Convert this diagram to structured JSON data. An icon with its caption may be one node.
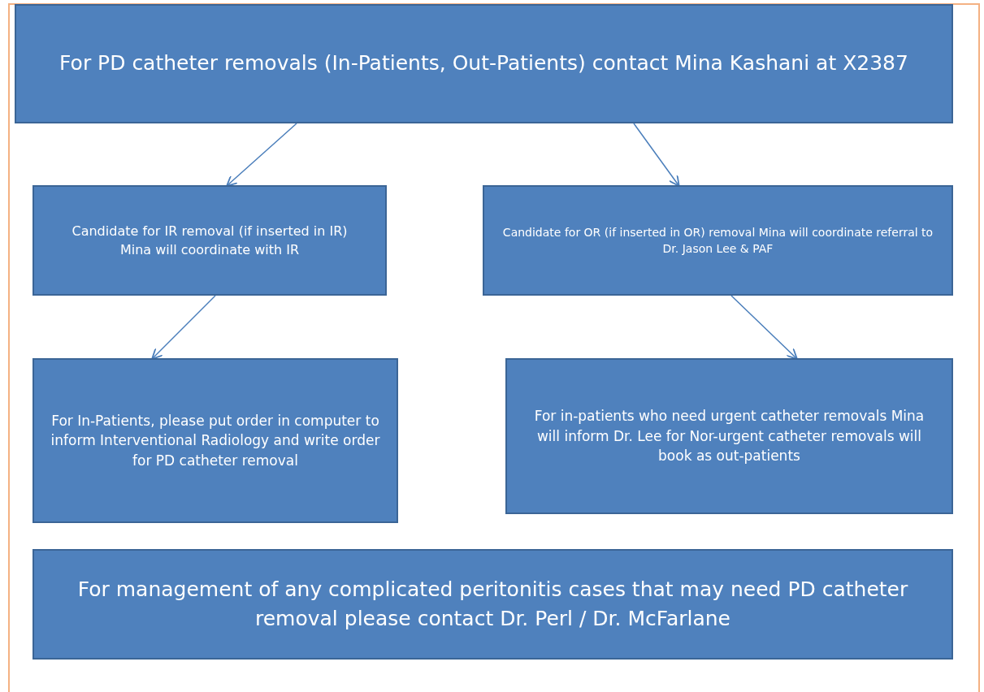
{
  "diagram": {
    "nodes": [
      {
        "text": [
          "For PD catheter removals (In-Patients, Out-Patients) contact Mina Kashani at X2387"
        ]
      },
      {
        "text": [
          "Candidate for IR removal (if inserted in IR)",
          "Mina will coordinate with IR"
        ]
      },
      {
        "text": [
          "Candidate for OR (if inserted in OR) removal Mina will coordinate referral to Dr. Jason Lee & PAF"
        ]
      },
      {
        "text": [
          "For In-Patients, please put order in computer to inform Interventional Radiology and write order for PD catheter removal"
        ]
      },
      {
        "text": [
          "For in-patients who need urgent catheter removals Mina will inform Dr. Lee for Nor-urgent catheter removals will book as out-patients"
        ]
      },
      {
        "text": [
          "For management of any complicated peritonitis cases that may need PD catheter removal please contact Dr. Perl / Dr. McFarlane"
        ]
      }
    ],
    "edges": [
      {
        "from": 0,
        "to": 1,
        "arrow": "to"
      },
      {
        "from": 0,
        "to": 2,
        "arrow": "to"
      },
      {
        "from": 1,
        "to": 3,
        "arrow": "to"
      },
      {
        "from": 2,
        "to": 4,
        "arrow": "to"
      }
    ]
  }
}
